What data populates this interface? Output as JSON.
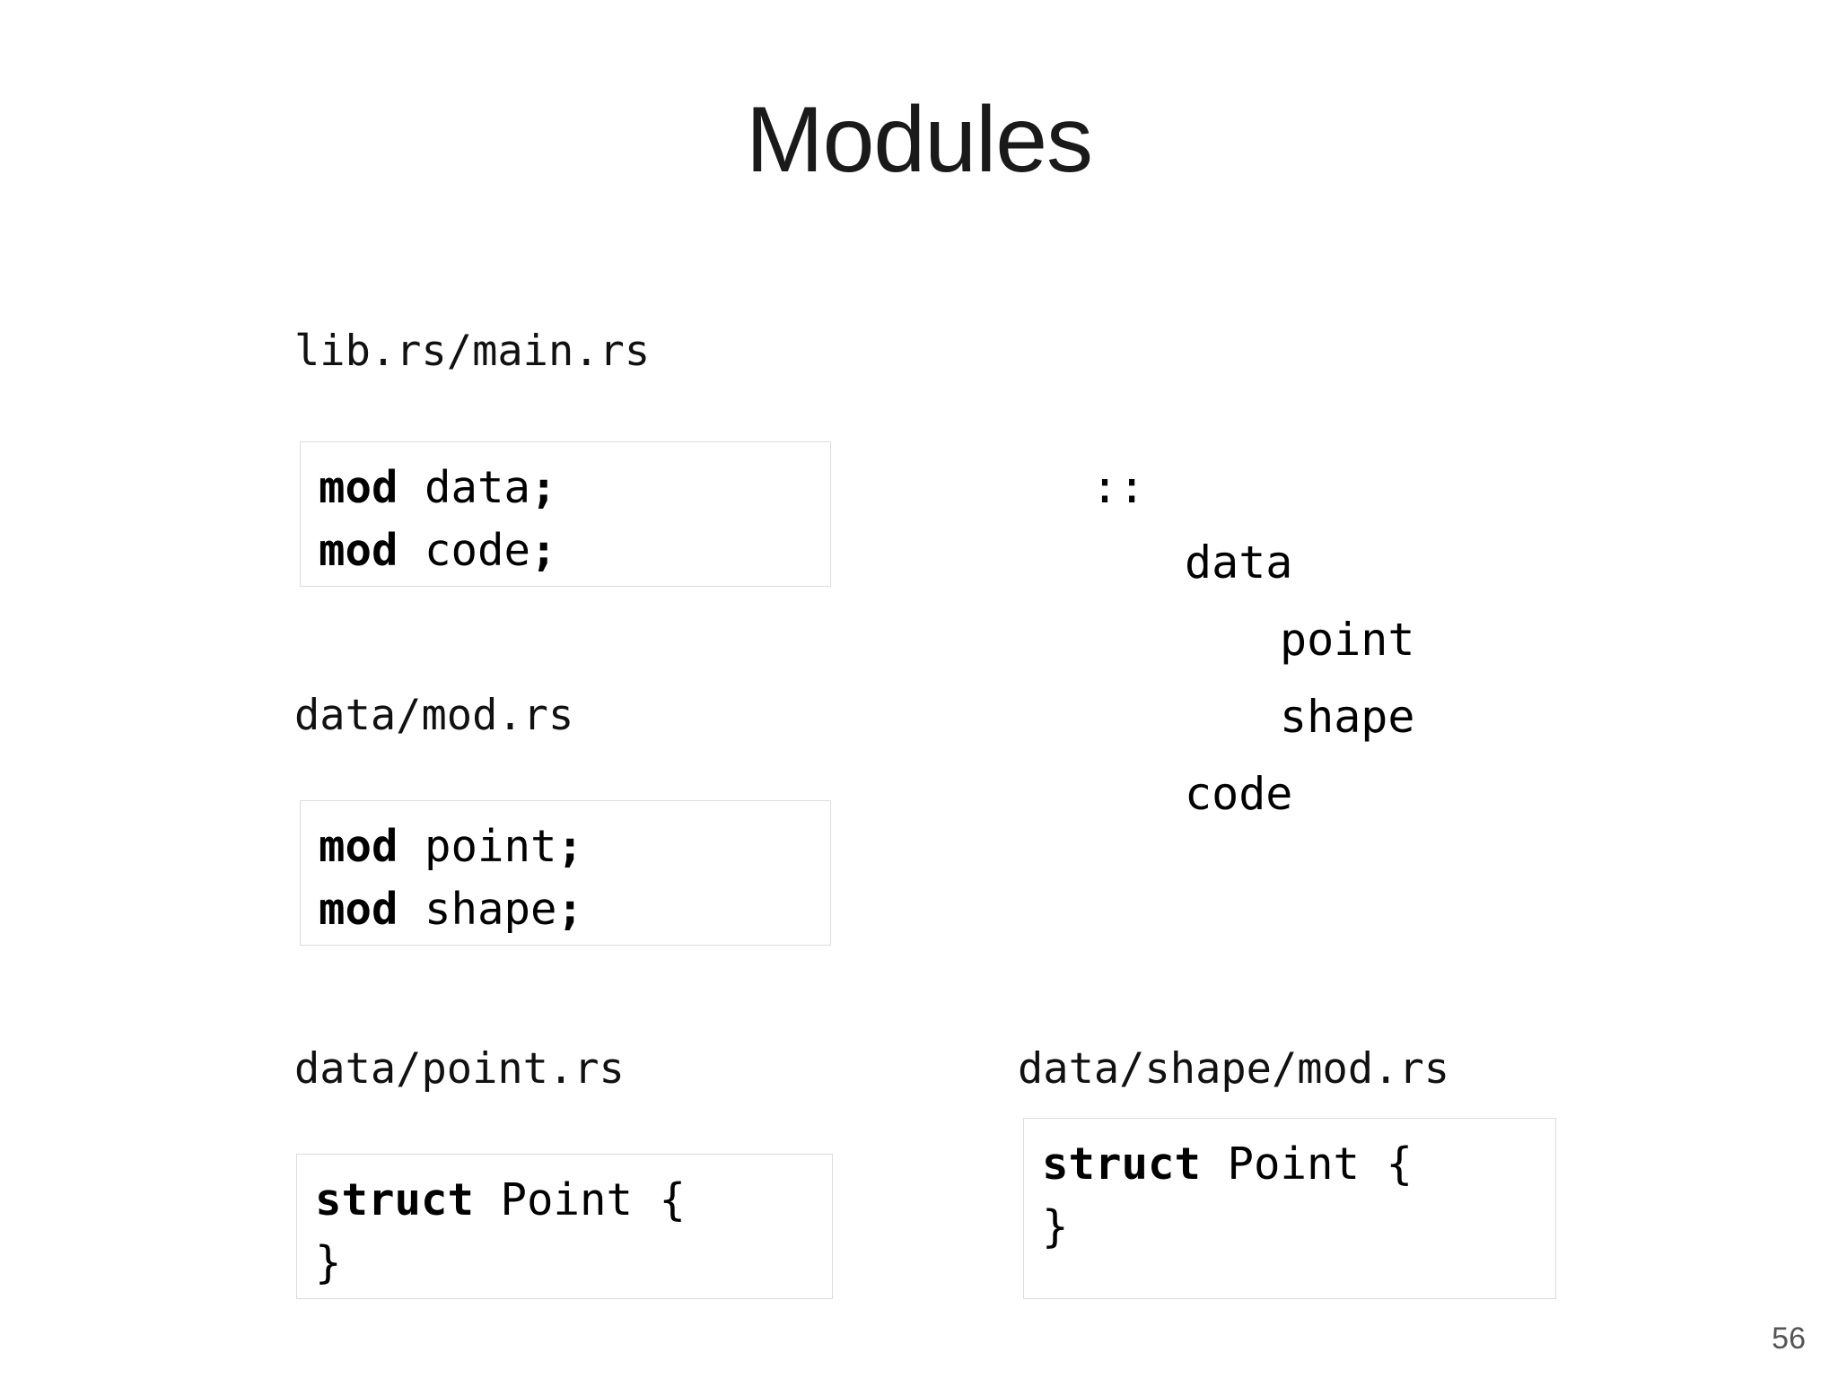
{
  "slide": {
    "title": "Modules",
    "page_number": "56"
  },
  "file_blocks": [
    {
      "label": "lib.rs/main.rs",
      "lines": [
        {
          "keyword": "mod",
          "name": " data",
          "punct": ";"
        },
        {
          "keyword": "mod",
          "name": " code",
          "punct": ";"
        }
      ]
    },
    {
      "label": "data/mod.rs",
      "lines": [
        {
          "keyword": "mod",
          "name": " point",
          "punct": ";"
        },
        {
          "keyword": "mod",
          "name": " shape",
          "punct": ";"
        }
      ]
    },
    {
      "label": "data/point.rs",
      "lines": [
        {
          "keyword": "struct",
          "name": " Point {",
          "punct": ""
        },
        {
          "keyword": "",
          "name": "}",
          "punct": ""
        }
      ]
    },
    {
      "label": "data/shape/mod.rs",
      "lines": [
        {
          "keyword": "struct",
          "name": " Point {",
          "punct": ""
        },
        {
          "keyword": "",
          "name": "}",
          "punct": ""
        }
      ]
    }
  ],
  "module_tree": {
    "root": "::",
    "nodes": [
      {
        "label": "data",
        "depth": 1
      },
      {
        "label": "point",
        "depth": 2
      },
      {
        "label": "shape",
        "depth": 2
      },
      {
        "label": "code",
        "depth": 1
      }
    ]
  }
}
